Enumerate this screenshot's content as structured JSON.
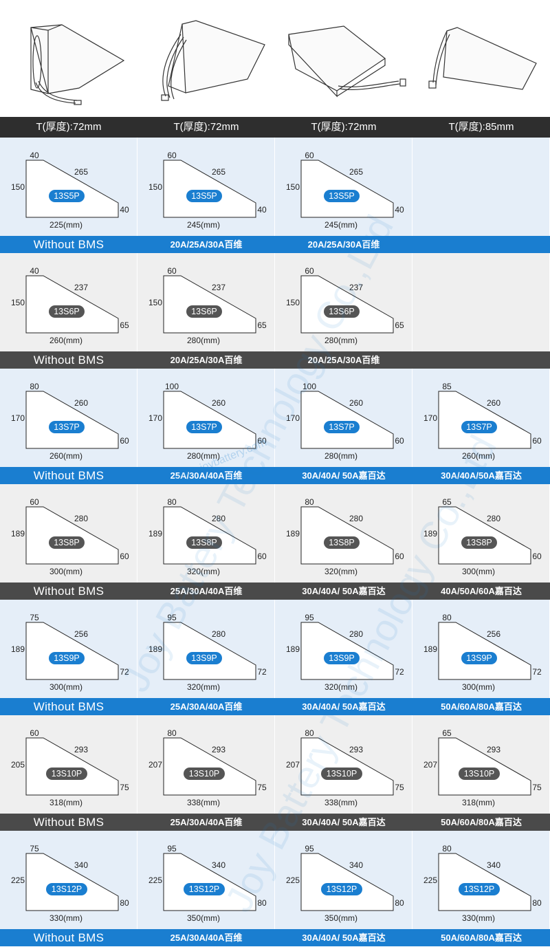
{
  "thickness": [
    "T(厚度):72mm",
    "T(厚度):72mm",
    "T(厚度):72mm",
    "T(厚度):85mm"
  ],
  "watermark": "Joy Battery Technology Co.,Ltd",
  "watermark_url": "www.joybattery.com",
  "sections": [
    {
      "theme": "blue",
      "footer": [
        "Without BMS",
        "20A/25A/30A百维",
        "20A/25A/30A百维",
        ""
      ],
      "panels": [
        {
          "top": "40",
          "hyp": "265",
          "left": "150",
          "right": "40",
          "bottom": "225(mm)",
          "code": "13S5P"
        },
        {
          "top": "60",
          "hyp": "265",
          "left": "150",
          "right": "40",
          "bottom": "245(mm)",
          "code": "13S5P"
        },
        {
          "top": "60",
          "hyp": "265",
          "left": "150",
          "right": "40",
          "bottom": "245(mm)",
          "code": "13S5P"
        },
        null
      ]
    },
    {
      "theme": "gray",
      "footer": [
        "Without BMS",
        "20A/25A/30A百维",
        "20A/25A/30A百维",
        ""
      ],
      "panels": [
        {
          "top": "40",
          "hyp": "237",
          "left": "150",
          "right": "65",
          "bottom": "260(mm)",
          "code": "13S6P"
        },
        {
          "top": "60",
          "hyp": "237",
          "left": "150",
          "right": "65",
          "bottom": "280(mm)",
          "code": "13S6P"
        },
        {
          "top": "60",
          "hyp": "237",
          "left": "150",
          "right": "65",
          "bottom": "280(mm)",
          "code": "13S6P"
        },
        null
      ]
    },
    {
      "theme": "blue",
      "footer": [
        "Without BMS",
        "25A/30A/40A百维",
        "30A/40A/ 50A嘉百达",
        "30A/40A/50A嘉百达"
      ],
      "panels": [
        {
          "top": "80",
          "hyp": "260",
          "left": "170",
          "right": "60",
          "bottom": "260(mm)",
          "code": "13S7P"
        },
        {
          "top": "100",
          "hyp": "260",
          "left": "170",
          "right": "60",
          "bottom": "280(mm)",
          "code": "13S7P"
        },
        {
          "top": "100",
          "hyp": "260",
          "left": "170",
          "right": "60",
          "bottom": "280(mm)",
          "code": "13S7P"
        },
        {
          "top": "85",
          "hyp": "260",
          "left": "170",
          "right": "60",
          "bottom": "260(mm)",
          "code": "13S7P"
        }
      ]
    },
    {
      "theme": "gray",
      "footer": [
        "Without BMS",
        "25A/30A/40A百维",
        "30A/40A/ 50A嘉百达",
        "40A/50A/60A嘉百达"
      ],
      "panels": [
        {
          "top": "60",
          "hyp": "280",
          "left": "189",
          "right": "60",
          "bottom": "300(mm)",
          "code": "13S8P"
        },
        {
          "top": "80",
          "hyp": "280",
          "left": "189",
          "right": "60",
          "bottom": "320(mm)",
          "code": "13S8P"
        },
        {
          "top": "80",
          "hyp": "280",
          "left": "189",
          "right": "60",
          "bottom": "320(mm)",
          "code": "13S8P"
        },
        {
          "top": "65",
          "hyp": "280",
          "left": "189",
          "right": "60",
          "bottom": "300(mm)",
          "code": "13S8P"
        }
      ]
    },
    {
      "theme": "blue",
      "footer": [
        "Without BMS",
        "25A/30A/40A百维",
        "30A/40A/ 50A嘉百达",
        "50A/60A/80A嘉百达"
      ],
      "panels": [
        {
          "top": "75",
          "hyp": "256",
          "left": "189",
          "right": "72",
          "bottom": "300(mm)",
          "code": "13S9P"
        },
        {
          "top": "95",
          "hyp": "280",
          "left": "189",
          "right": "72",
          "bottom": "320(mm)",
          "code": "13S9P"
        },
        {
          "top": "95",
          "hyp": "280",
          "left": "189",
          "right": "72",
          "bottom": "320(mm)",
          "code": "13S9P"
        },
        {
          "top": "80",
          "hyp": "256",
          "left": "189",
          "right": "72",
          "bottom": "300(mm)",
          "code": "13S9P"
        }
      ]
    },
    {
      "theme": "gray",
      "footer": [
        "Without BMS",
        "25A/30A/40A百维",
        "30A/40A/ 50A嘉百达",
        "50A/60A/80A嘉百达"
      ],
      "panels": [
        {
          "top": "60",
          "hyp": "293",
          "left": "205",
          "right": "75",
          "bottom": "318(mm)",
          "code": "13S10P"
        },
        {
          "top": "80",
          "hyp": "293",
          "left": "207",
          "right": "75",
          "bottom": "338(mm)",
          "code": "13S10P"
        },
        {
          "top": "80",
          "hyp": "293",
          "left": "207",
          "right": "75",
          "bottom": "338(mm)",
          "code": "13S10P"
        },
        {
          "top": "65",
          "hyp": "293",
          "left": "207",
          "right": "75",
          "bottom": "318(mm)",
          "code": "13S10P"
        }
      ]
    },
    {
      "theme": "blue",
      "footer": [
        "Without BMS",
        "25A/30A/40A百维",
        "30A/40A/ 50A嘉百达",
        "50A/60A/80A嘉百达"
      ],
      "panels": [
        {
          "top": "75",
          "hyp": "340",
          "left": "225",
          "right": "80",
          "bottom": "330(mm)",
          "code": "13S12P"
        },
        {
          "top": "95",
          "hyp": "340",
          "left": "225",
          "right": "80",
          "bottom": "350(mm)",
          "code": "13S12P"
        },
        {
          "top": "95",
          "hyp": "340",
          "left": "225",
          "right": "80",
          "bottom": "350(mm)",
          "code": "13S12P"
        },
        {
          "top": "80",
          "hyp": "340",
          "left": "225",
          "right": "80",
          "bottom": "330(mm)",
          "code": "13S12P"
        }
      ]
    }
  ]
}
